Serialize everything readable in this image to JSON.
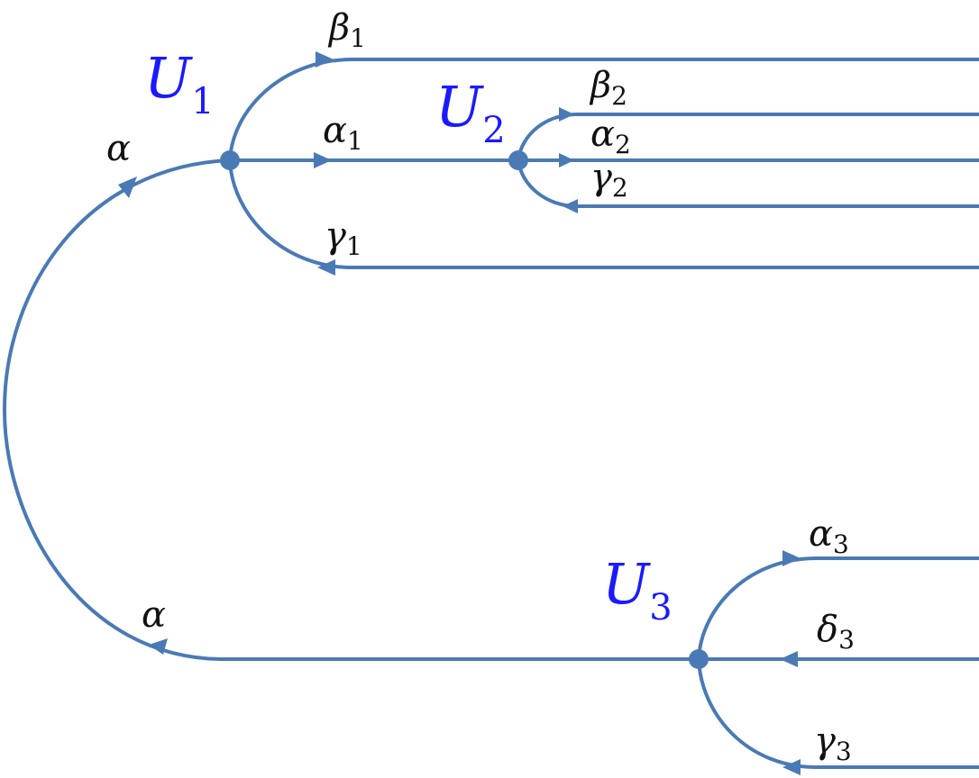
{
  "colors": {
    "curve": "#4a7ab5",
    "node_label": "#1a1aff",
    "edge_label": "#111111"
  },
  "nodes": {
    "u1": {
      "letter": "U",
      "index": "1"
    },
    "u2": {
      "letter": "U",
      "index": "2"
    },
    "u3": {
      "letter": "U",
      "index": "3"
    }
  },
  "edges": {
    "alpha_top": {
      "letter": "α",
      "index": ""
    },
    "alpha_bottom": {
      "letter": "α",
      "index": ""
    },
    "beta1": {
      "letter": "β",
      "index": "1"
    },
    "alpha1": {
      "letter": "α",
      "index": "1"
    },
    "gamma1": {
      "letter": "γ",
      "index": "1"
    },
    "beta2": {
      "letter": "β",
      "index": "2"
    },
    "alpha2": {
      "letter": "α",
      "index": "2"
    },
    "gamma2": {
      "letter": "γ",
      "index": "2"
    },
    "alpha3": {
      "letter": "α",
      "index": "3"
    },
    "delta3": {
      "letter": "δ",
      "index": "3"
    },
    "gamma3": {
      "letter": "γ",
      "index": "3"
    }
  }
}
